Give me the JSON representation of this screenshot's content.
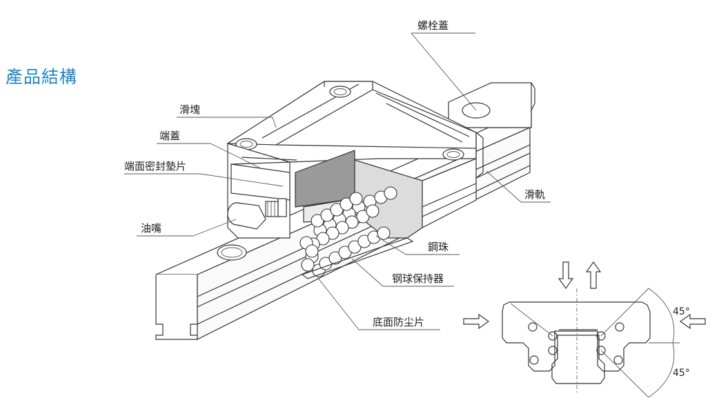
{
  "page": {
    "title": "產品結構"
  },
  "labels": {
    "bolt_cap": "螺栓蓋",
    "block": "滑塊",
    "end_cap": "端蓋",
    "end_seal": "端面密封墊片",
    "grease_nipple": "油嘴",
    "rail": "滑軌",
    "steel_ball": "鋼珠",
    "retainer": "钢球保持器",
    "bottom_seal": "底面防尘片"
  },
  "angles": {
    "upper": "45°",
    "lower": "45°"
  },
  "colors": {
    "title": "#1f86c6",
    "cross_section_fill": "#a9a9a9",
    "seal_fill": "#9a9a9a"
  }
}
